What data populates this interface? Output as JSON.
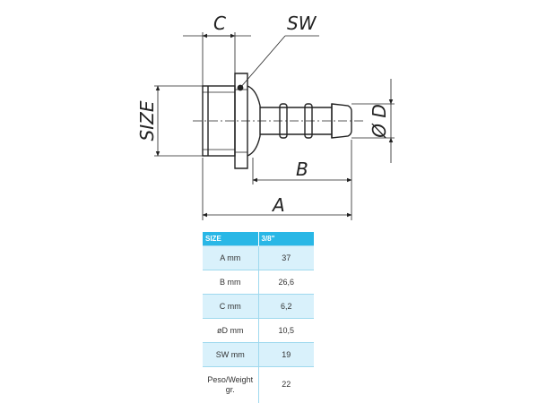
{
  "drawing": {
    "labels": {
      "c": "C",
      "sw": "SW",
      "size": "SIZE",
      "b": "B",
      "a": "A",
      "d": "Ø D"
    }
  },
  "table": {
    "headers": [
      "SIZE",
      "3/8\""
    ],
    "rows": [
      {
        "label": "A mm",
        "value": "37"
      },
      {
        "label": "B mm",
        "value": "26,6"
      },
      {
        "label": "C mm",
        "value": "6,2"
      },
      {
        "label": "øD mm",
        "value": "10,5"
      },
      {
        "label": "SW mm",
        "value": "19"
      },
      {
        "label": "Peso/Weight gr.",
        "value": "22"
      }
    ]
  },
  "colors": {
    "header_bg": "#29b7e6",
    "row_alt_bg": "#d9f1fb",
    "line": "#222222"
  }
}
